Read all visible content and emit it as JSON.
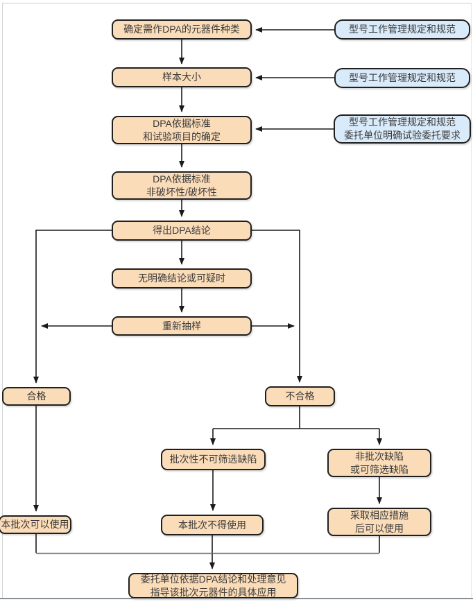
{
  "flowchart": {
    "title": "DPA flow diagram",
    "colors": {
      "process_fill": "#FBDCB8",
      "reference_fill": "#D9EBFA",
      "box_border": "#1f1f1f",
      "connector": "#1a1a1a",
      "join_line": "#8c8c8c",
      "text": "#3a3a3a"
    },
    "nodes": {
      "step1": {
        "label": "确定需作DPA的元器件种类"
      },
      "ref1": {
        "label": "型号工作管理规定和规范"
      },
      "step2": {
        "label": "样本大小"
      },
      "ref2": {
        "label": "型号工作管理规定和规范"
      },
      "step3": {
        "line1": "DPA依据标准",
        "line2": "和试验项目的确定"
      },
      "ref3": {
        "line1": "型号工作管理规定和规范",
        "line2": "委托单位明确试验委托要求"
      },
      "step4": {
        "line1": "DPA依据标准",
        "line2": "非破坏性/破坏性"
      },
      "step5": {
        "label": "得出DPA结论"
      },
      "step6": {
        "label": "无明确结论或可疑时"
      },
      "step7": {
        "label": "重新抽样"
      },
      "pass": {
        "label": "合格"
      },
      "fail": {
        "label": "不合格"
      },
      "lot_defect": {
        "label": "批次性不可筛选缺陷"
      },
      "nonlot_defect": {
        "line1": "非批次缺陷",
        "line2": "或可筛选缺陷"
      },
      "use_ok": {
        "label": "本批次可以使用"
      },
      "use_no": {
        "label": "本批次不得使用"
      },
      "use_after": {
        "line1": "采取相应措施",
        "line2": "后可以使用"
      },
      "final": {
        "line1": "委托单位依据DPA结论和处理意见",
        "line2": "指导该批次元器件的具体应用"
      }
    }
  }
}
